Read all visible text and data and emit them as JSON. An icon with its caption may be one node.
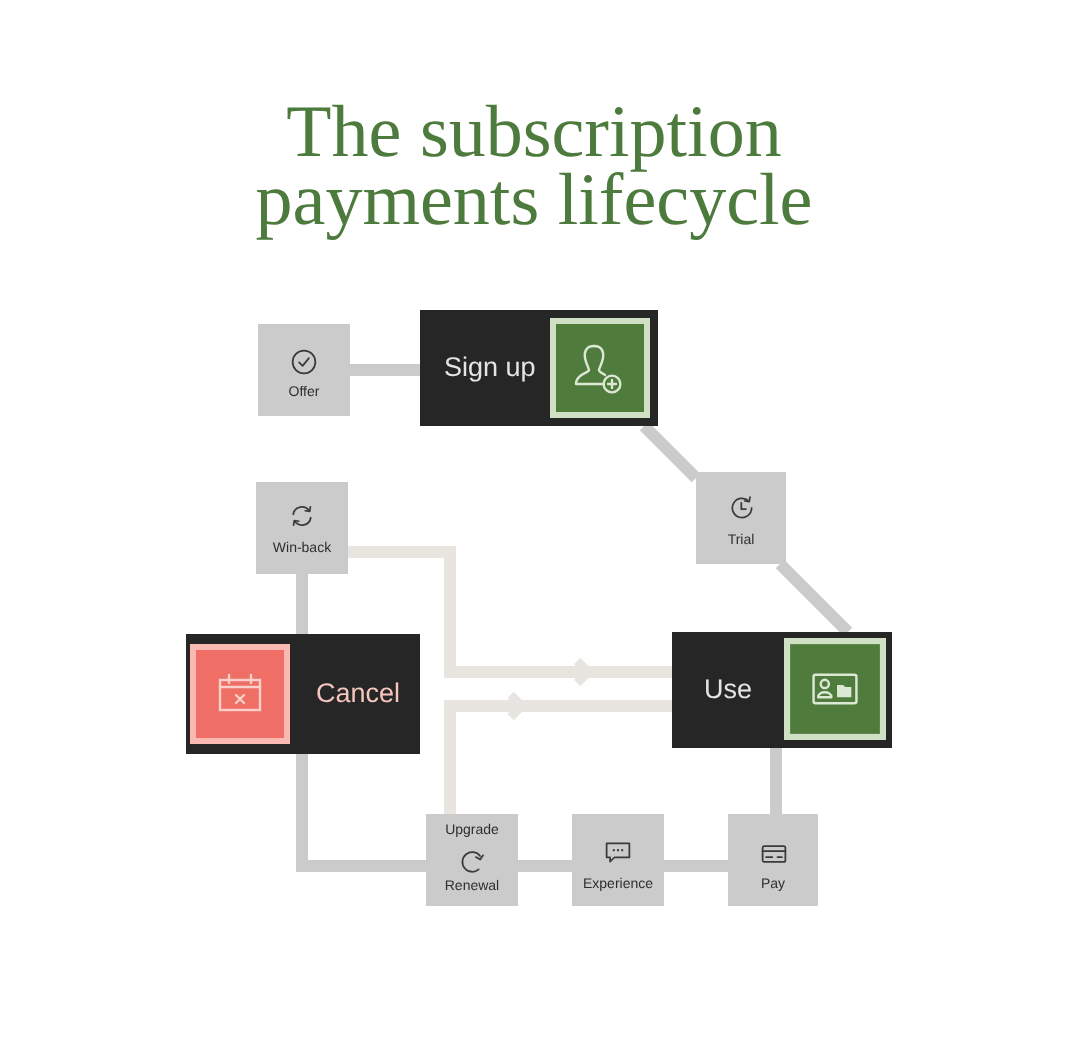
{
  "diagram": {
    "title": "The subscription payments lifecycle",
    "nodes": [
      {
        "text": [
          "Offer"
        ]
      },
      {
        "text": [
          "Sign up"
        ]
      },
      {
        "text": [
          "Win-back"
        ]
      },
      {
        "text": [
          "Trial"
        ]
      },
      {
        "text": [
          "Cancel"
        ]
      },
      {
        "text": [
          "Use"
        ]
      },
      {
        "text": [
          "Upgrade",
          "Renewal"
        ]
      },
      {
        "text": [
          "Experience"
        ]
      },
      {
        "text": [
          "Pay"
        ]
      }
    ],
    "edges": [
      {
        "from": 0,
        "to": 1,
        "arrow": "none"
      },
      {
        "from": 1,
        "to": 3,
        "arrow": "none"
      },
      {
        "from": 3,
        "to": 5,
        "arrow": "none"
      },
      {
        "from": 5,
        "to": 8,
        "arrow": "none"
      },
      {
        "from": 8,
        "to": 7,
        "arrow": "none"
      },
      {
        "from": 7,
        "to": 6,
        "arrow": "none"
      },
      {
        "from": 6,
        "to": 4,
        "arrow": "none"
      },
      {
        "from": 4,
        "to": 2,
        "arrow": "none"
      },
      {
        "from": 2,
        "to": 5,
        "arrow": "to",
        "color": "#e8e5e1"
      },
      {
        "from": 6,
        "to": 5,
        "arrow": "to",
        "color": "#e8e5e1"
      }
    ]
  }
}
